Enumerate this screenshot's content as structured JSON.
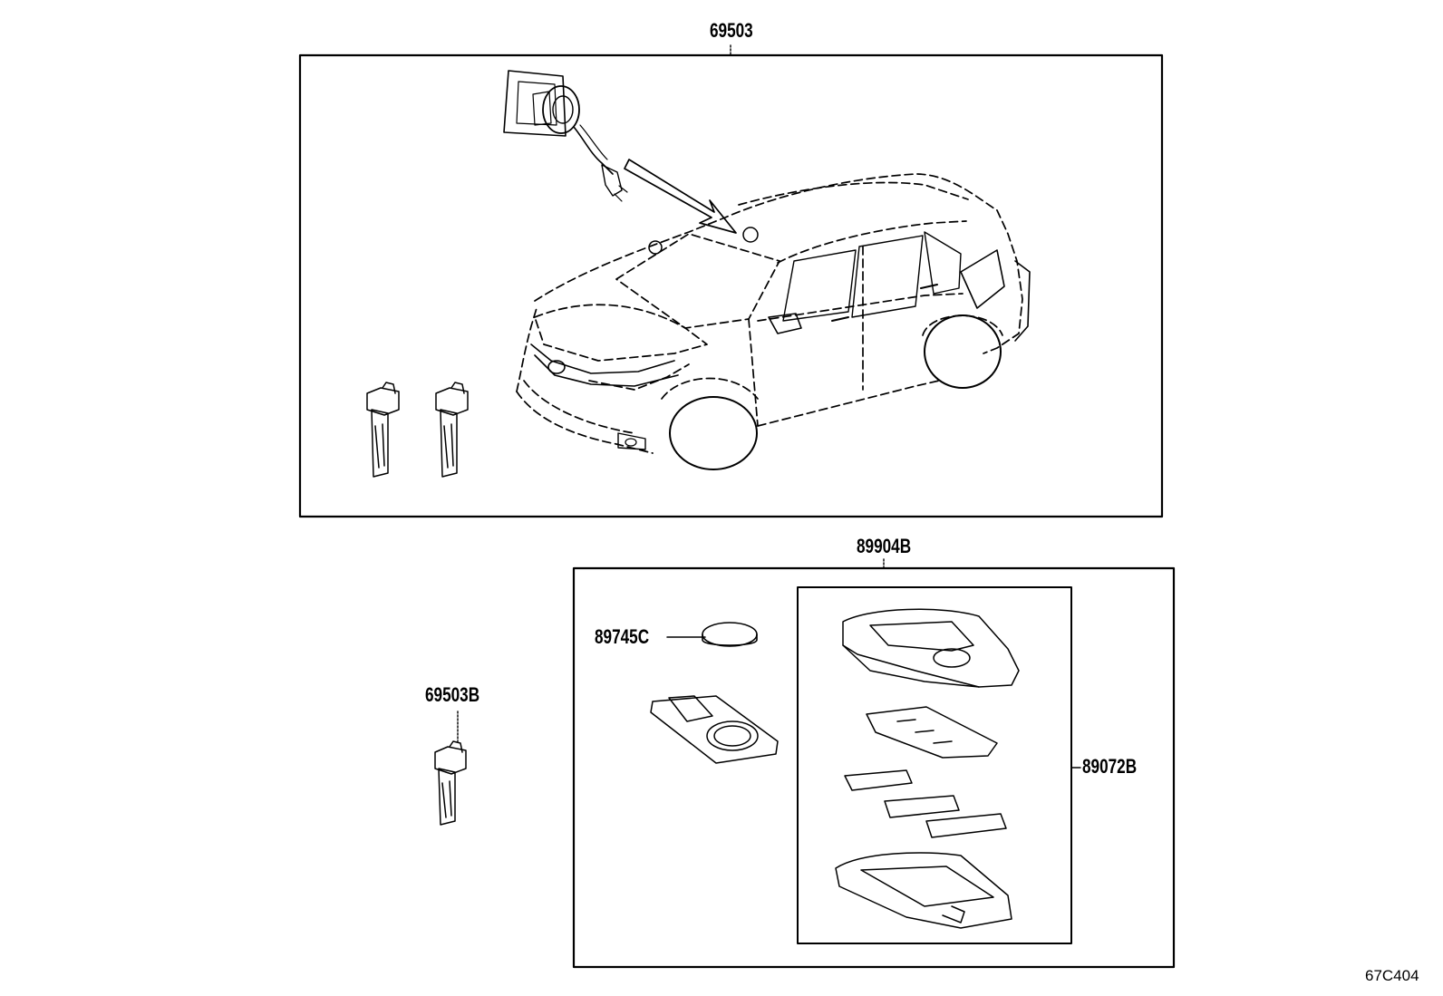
{
  "labels": {
    "kit_top": "69503",
    "transmitter_assembly": "89904B",
    "battery": "89745C",
    "key_single": "69503B",
    "housing": "89072B"
  },
  "diagram_code": "67C404"
}
